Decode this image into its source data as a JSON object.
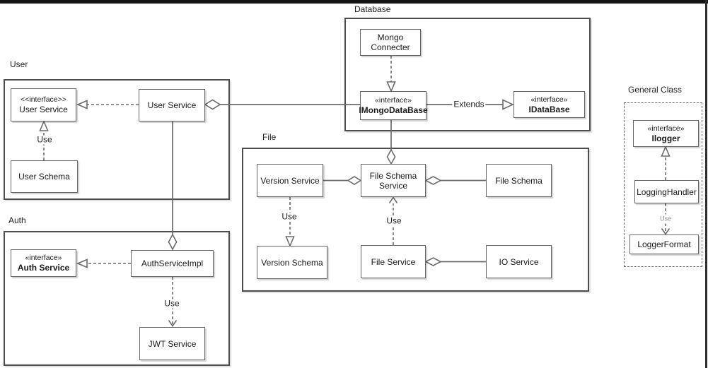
{
  "colors": {
    "line": "#6b6b6b",
    "package_border": "#4d4d4d",
    "text": "#1a1a1a",
    "top_bar": "#141414"
  },
  "packages": {
    "user": {
      "label": "User"
    },
    "auth": {
      "label": "Auth"
    },
    "file": {
      "label": "File"
    },
    "database": {
      "label": "Database"
    },
    "general": {
      "label": "General Class"
    }
  },
  "classes": {
    "user_iface": {
      "stereotype": "<<interface>>",
      "name": "User Service"
    },
    "user_service": {
      "name": "User Service"
    },
    "user_schema": {
      "name": "User Schema"
    },
    "auth_iface": {
      "stereotype": "«interface»",
      "name": "Auth Service"
    },
    "auth_impl": {
      "name": "AuthServiceImpl"
    },
    "jwt_service": {
      "name": "JWT Service"
    },
    "mongo_connecter": {
      "name": "Mongo Connecter"
    },
    "imongo_database": {
      "stereotype": "«interface»",
      "name": "IMongoDataBase"
    },
    "idatabase": {
      "stereotype": "«interface»",
      "name": "IDataBase"
    },
    "version_service": {
      "name": "Version Service"
    },
    "file_schema_service": {
      "name": "File Schema Service"
    },
    "file_schema": {
      "name": "File Schema"
    },
    "version_schema": {
      "name": "Version Schema"
    },
    "file_service": {
      "name": "File Service"
    },
    "io_service": {
      "name": "IO Service"
    },
    "ilogger": {
      "stereotype": "«interface»",
      "name": "Ilogger"
    },
    "logging_handler": {
      "name": "LoggingHandler"
    },
    "logger_format": {
      "name": "LoggerFormat"
    }
  },
  "edge_labels": {
    "extends": "Extends",
    "use_user": "Use",
    "use_auth": "Use",
    "use_version": "Use",
    "use_file": "Use",
    "use_logger": "Use"
  }
}
